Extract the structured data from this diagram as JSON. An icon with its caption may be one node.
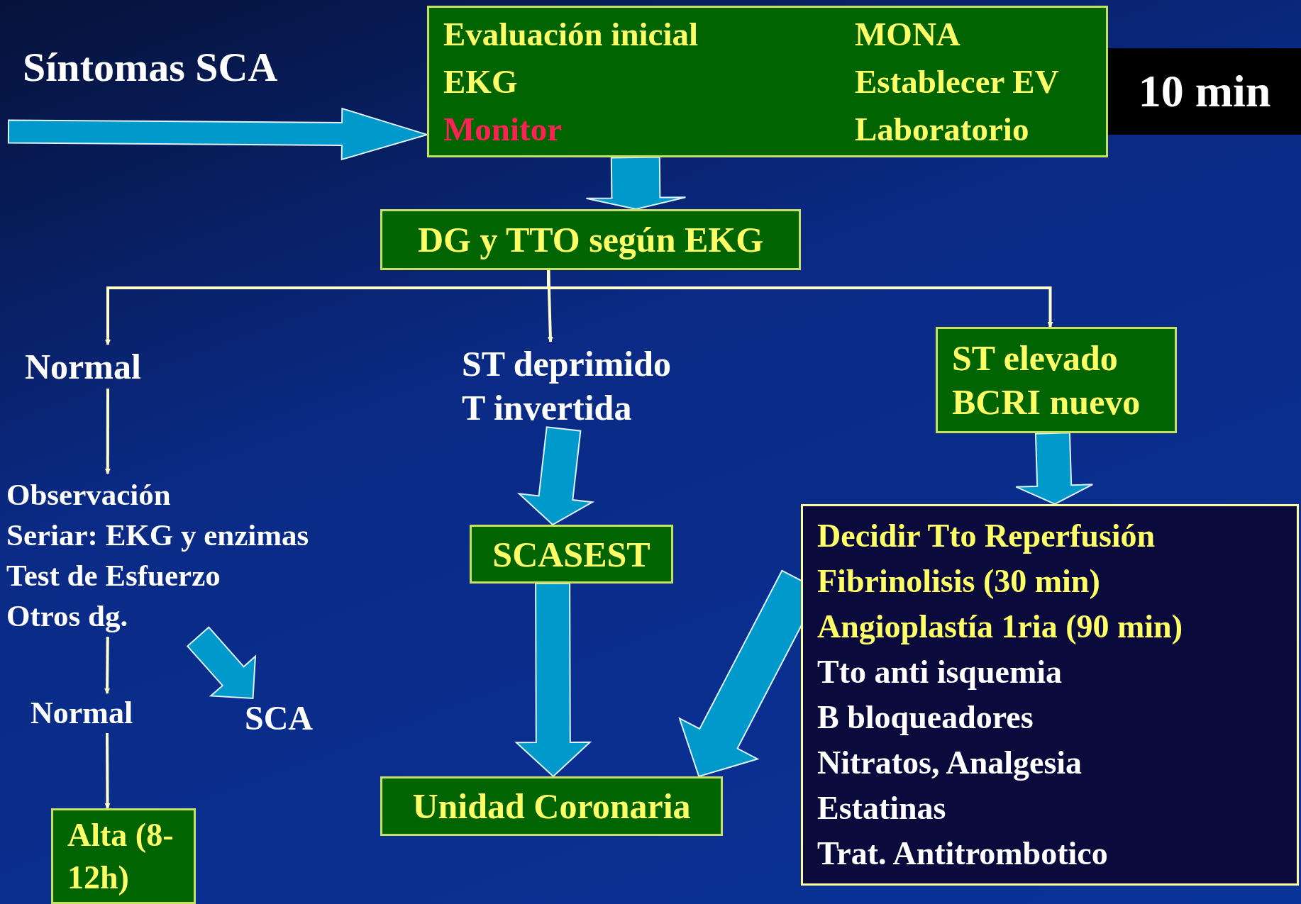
{
  "diagram": {
    "nodes": [
      {
        "text": [
          "Síntomas SCA"
        ]
      },
      {
        "text": [
          "Evaluación inicial",
          "EKG",
          "Monitor",
          "MONA",
          "Establecer EV",
          "Laboratorio"
        ]
      },
      {
        "text": [
          "10 min"
        ]
      },
      {
        "text": [
          "DG y TTO según EKG"
        ]
      },
      {
        "text": [
          "Normal"
        ]
      },
      {
        "text": [
          "ST deprimido",
          "T invertida"
        ]
      },
      {
        "text": [
          "ST elevado",
          "BCRI nuevo"
        ]
      },
      {
        "text": [
          "Observación",
          "Seriar: EKG y enzimas",
          "Test de Esfuerzo",
          "Otros dg."
        ]
      },
      {
        "text": [
          "Normal"
        ]
      },
      {
        "text": [
          "SCA"
        ]
      },
      {
        "text": [
          "Alta (8-12h)"
        ]
      },
      {
        "text": [
          "SCASEST"
        ]
      },
      {
        "text": [
          "Unidad Coronaria"
        ]
      },
      {
        "text": [
          "Decidir Tto Reperfusión",
          "Fibrinolisis (30 min)",
          "Angioplastía 1ria (90 min)",
          "Tto anti isquemia",
          "B bloqueadores",
          "Nitratos, Analgesia",
          "Estatinas",
          "Trat. Antitrombotico"
        ]
      }
    ],
    "edges": [
      {
        "from": 0,
        "to": 1,
        "arrow": "to",
        "style": "thick"
      },
      {
        "from": 1,
        "to": 3,
        "arrow": "to",
        "style": "thick"
      },
      {
        "from": 3,
        "to": 4,
        "arrow": "to"
      },
      {
        "from": 3,
        "to": 5,
        "arrow": "to"
      },
      {
        "from": 3,
        "to": 6,
        "arrow": "to"
      },
      {
        "from": 4,
        "to": 7,
        "arrow": "to"
      },
      {
        "from": 7,
        "to": 9,
        "arrow": "to",
        "style": "thick"
      },
      {
        "from": 7,
        "to": 8,
        "arrow": "to"
      },
      {
        "from": 8,
        "to": 10,
        "arrow": "to"
      },
      {
        "from": 5,
        "to": 11,
        "arrow": "to",
        "style": "thick"
      },
      {
        "from": 11,
        "to": 12,
        "arrow": "to",
        "style": "thick"
      },
      {
        "from": 6,
        "to": 13,
        "arrow": "to",
        "style": "thick"
      },
      {
        "from": 13,
        "to": 12,
        "arrow": "to",
        "style": "thick"
      }
    ]
  }
}
